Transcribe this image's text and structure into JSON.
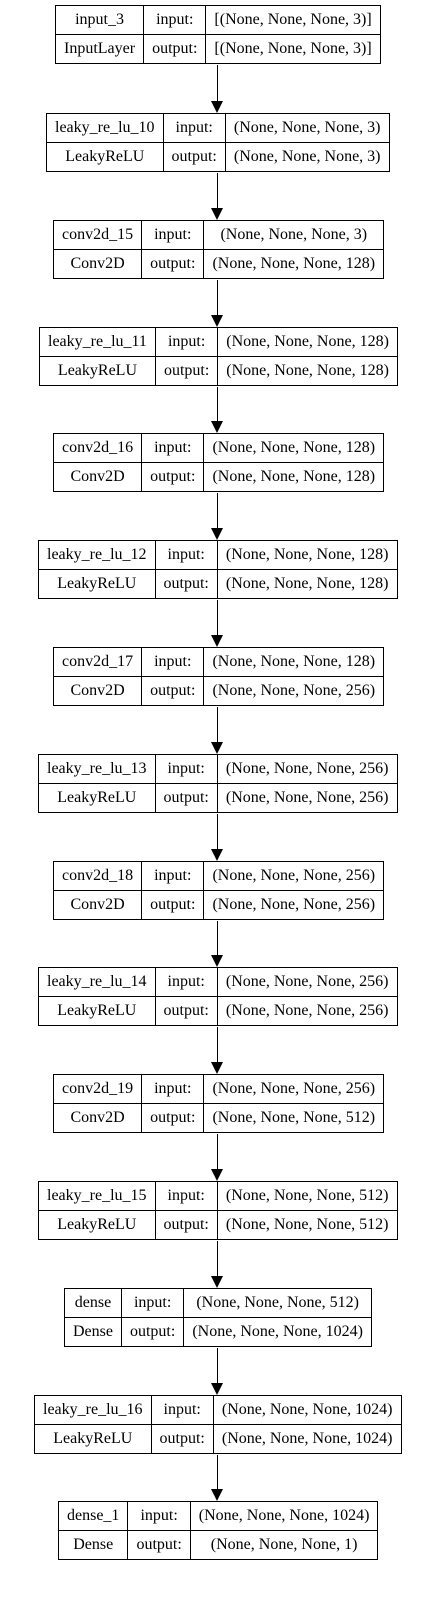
{
  "diagram": {
    "labels": {
      "input": "input:",
      "output": "output:"
    },
    "layers": [
      {
        "name": "input_3",
        "type": "InputLayer",
        "input": "[(None, None, None, 3)]",
        "output": "[(None, None, None, 3)]"
      },
      {
        "name": "leaky_re_lu_10",
        "type": "LeakyReLU",
        "input": "(None, None, None, 3)",
        "output": "(None, None, None, 3)"
      },
      {
        "name": "conv2d_15",
        "type": "Conv2D",
        "input": "(None, None, None, 3)",
        "output": "(None, None, None, 128)"
      },
      {
        "name": "leaky_re_lu_11",
        "type": "LeakyReLU",
        "input": "(None, None, None, 128)",
        "output": "(None, None, None, 128)"
      },
      {
        "name": "conv2d_16",
        "type": "Conv2D",
        "input": "(None, None, None, 128)",
        "output": "(None, None, None, 128)"
      },
      {
        "name": "leaky_re_lu_12",
        "type": "LeakyReLU",
        "input": "(None, None, None, 128)",
        "output": "(None, None, None, 128)"
      },
      {
        "name": "conv2d_17",
        "type": "Conv2D",
        "input": "(None, None, None, 128)",
        "output": "(None, None, None, 256)"
      },
      {
        "name": "leaky_re_lu_13",
        "type": "LeakyReLU",
        "input": "(None, None, None, 256)",
        "output": "(None, None, None, 256)"
      },
      {
        "name": "conv2d_18",
        "type": "Conv2D",
        "input": "(None, None, None, 256)",
        "output": "(None, None, None, 256)"
      },
      {
        "name": "leaky_re_lu_14",
        "type": "LeakyReLU",
        "input": "(None, None, None, 256)",
        "output": "(None, None, None, 256)"
      },
      {
        "name": "conv2d_19",
        "type": "Conv2D",
        "input": "(None, None, None, 256)",
        "output": "(None, None, None, 512)"
      },
      {
        "name": "leaky_re_lu_15",
        "type": "LeakyReLU",
        "input": "(None, None, None, 512)",
        "output": "(None, None, None, 512)"
      },
      {
        "name": "dense",
        "type": "Dense",
        "input": "(None, None, None, 512)",
        "output": "(None, None, None, 1024)"
      },
      {
        "name": "leaky_re_lu_16",
        "type": "LeakyReLU",
        "input": "(None, None, None, 1024)",
        "output": "(None, None, None, 1024)"
      },
      {
        "name": "dense_1",
        "type": "Dense",
        "input": "(None, None, None, 1024)",
        "output": "(None, None, None, 1)"
      }
    ]
  }
}
